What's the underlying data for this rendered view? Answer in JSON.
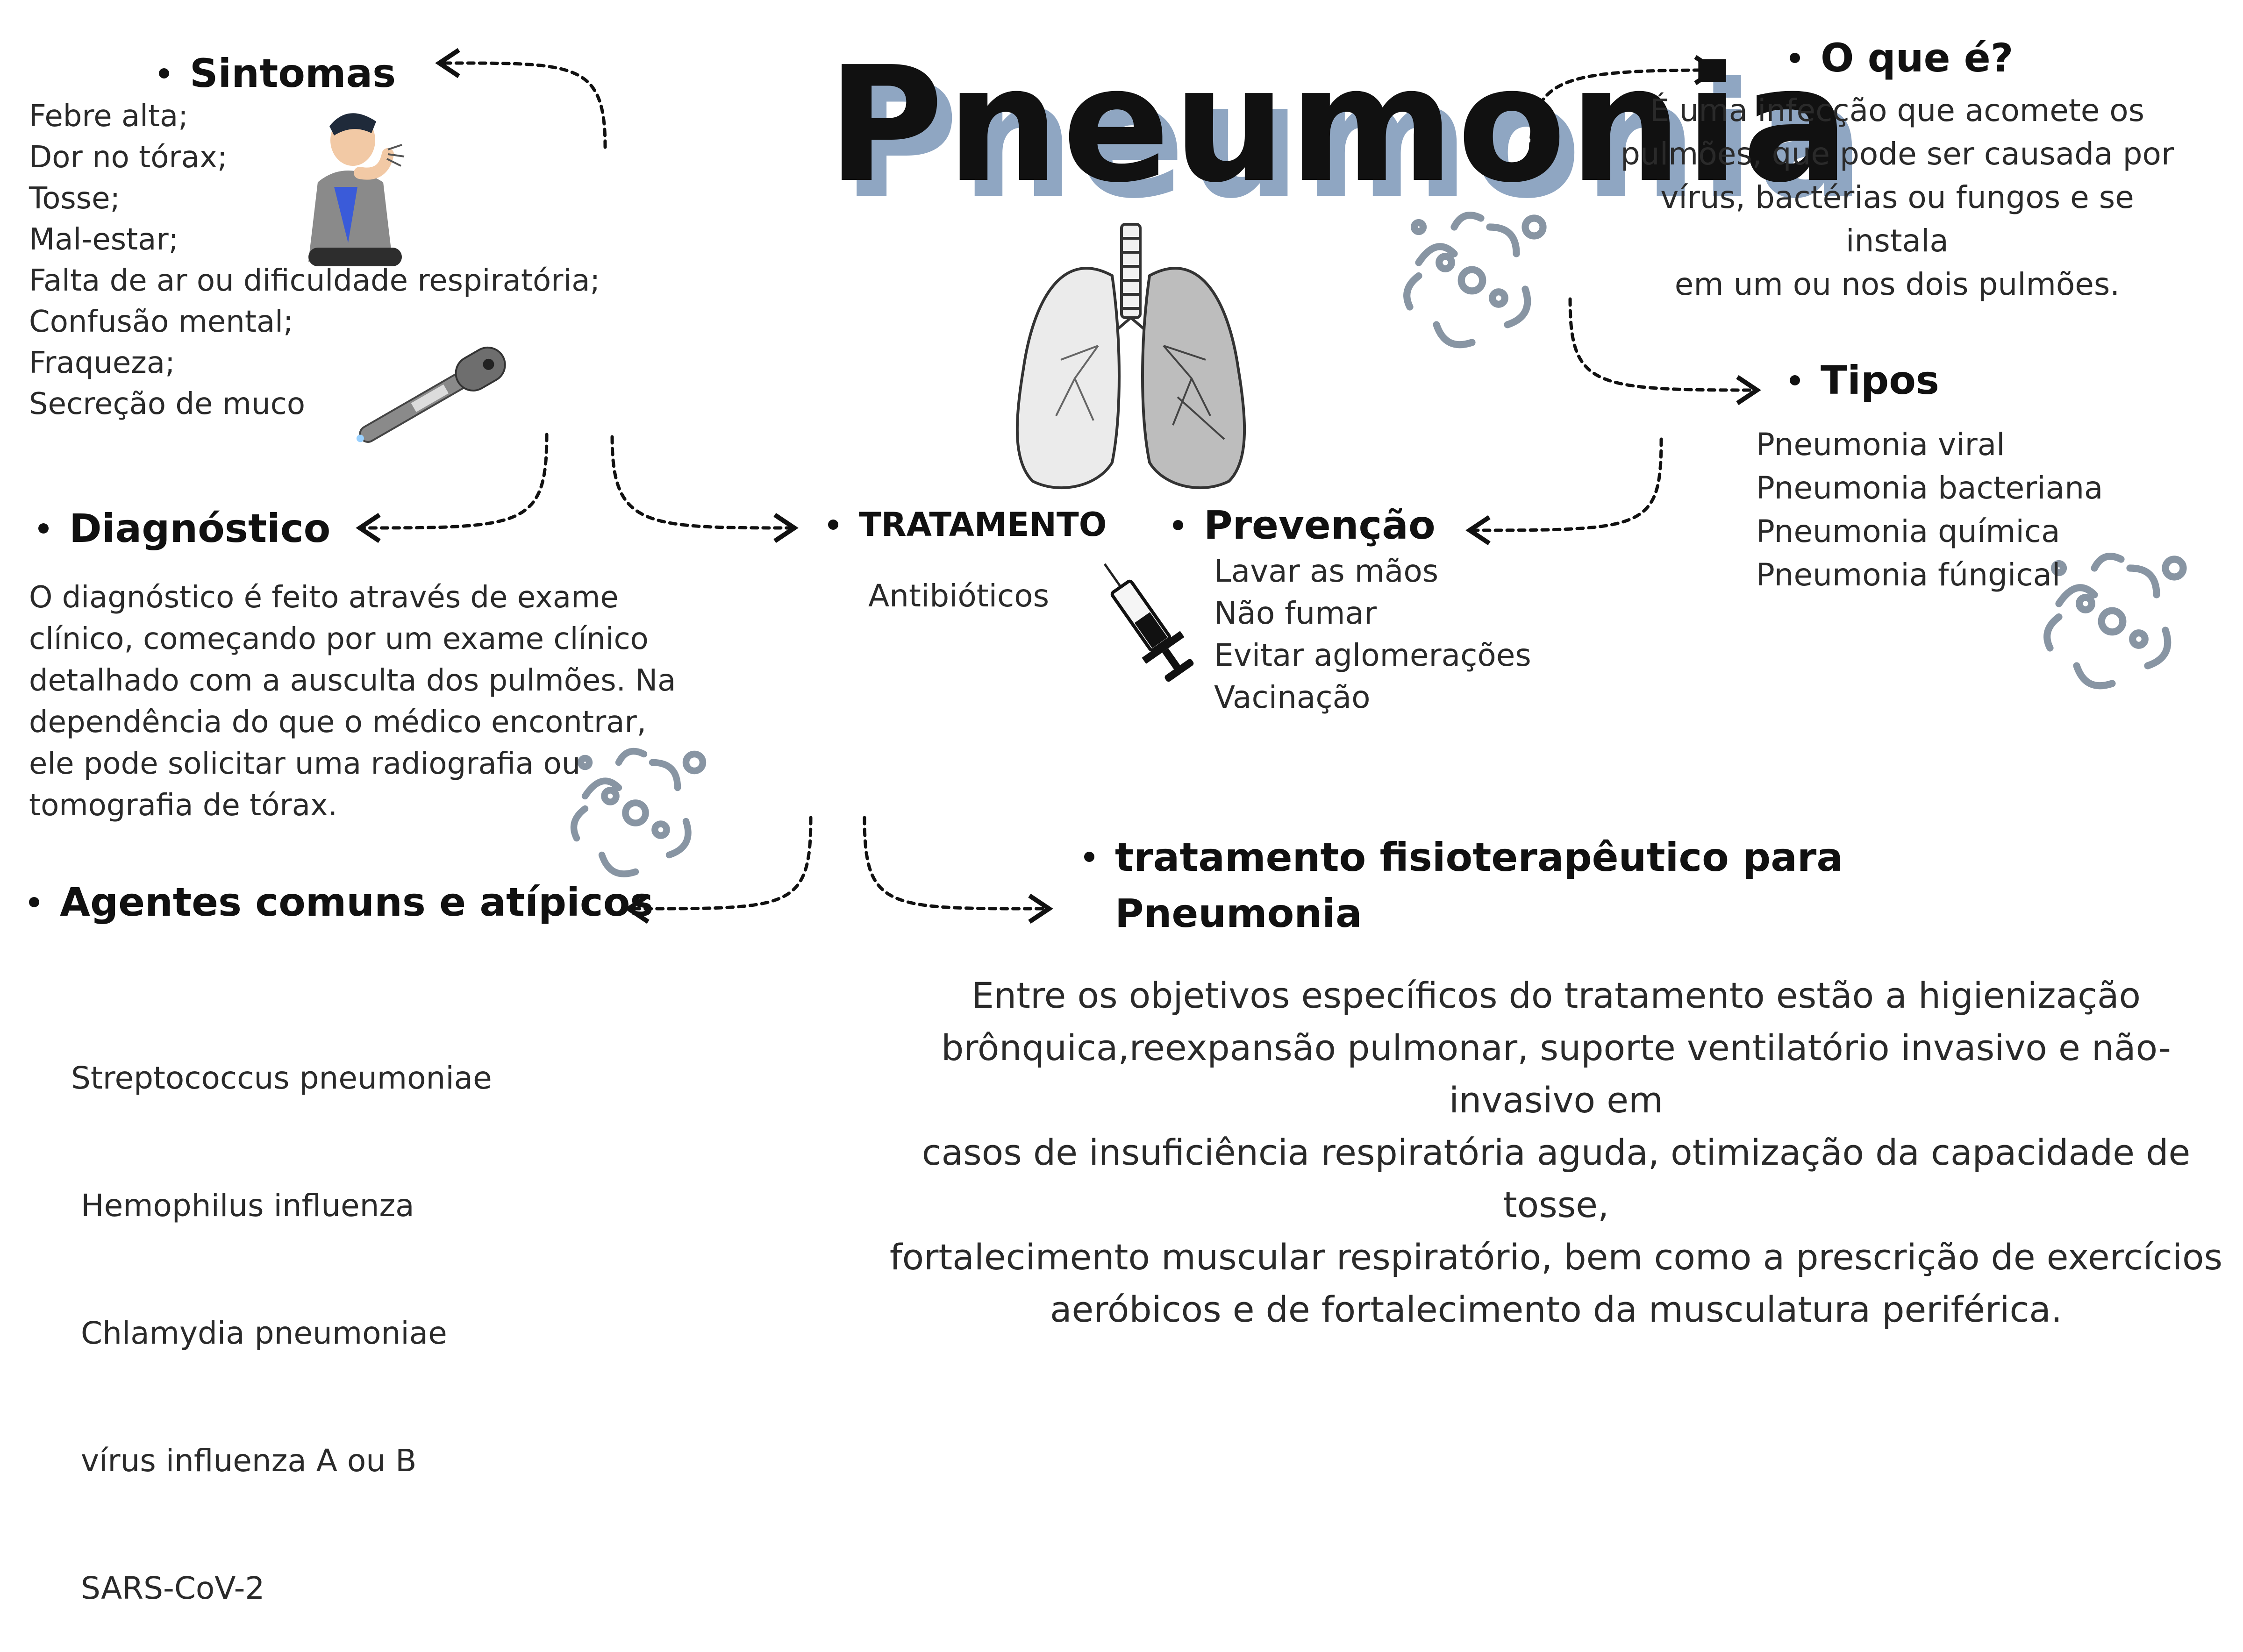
{
  "title": "Pneumonia",
  "colors": {
    "text": "#222222",
    "title_shadow": "#8fa6c2",
    "virus": "#8895a3",
    "arrow": "#111111"
  },
  "icons": [
    "coughing-person-icon",
    "thermometer-icon",
    "lungs-icon",
    "syringe-icon",
    "virus-icon"
  ],
  "sintomas": {
    "heading": "Sintomas",
    "items": [
      "Febre alta;",
      "Dor no tórax;",
      "Tosse;",
      "Mal-estar;",
      "Falta de ar ou dificuldade respiratória;",
      "Confusão mental;",
      "Fraqueza;",
      "Secreção de muco"
    ]
  },
  "oque": {
    "heading": "O que é?",
    "lines": [
      "É uma infecção que acomete os",
      "pulmões, que pode ser causada por",
      "vírus, bactérias ou fungos e se instala",
      "em um ou nos dois pulmões."
    ]
  },
  "tipos": {
    "heading": "Tipos",
    "items": [
      "Pneumonia viral",
      "Pneumonia bacteriana",
      "Pneumonia química",
      "Pneumonia fúngical"
    ]
  },
  "diagnostico": {
    "heading": "Diagnóstico",
    "lines": [
      "O diagnóstico é feito através de exame",
      "clínico, começando por um exame clínico",
      "detalhado com a ausculta dos pulmões. Na",
      "dependência do que o médico encontrar,",
      "ele pode solicitar uma radiografia ou",
      "tomografia de tórax."
    ]
  },
  "tratamento": {
    "heading": "TRATAMENTO",
    "item": "Antibióticos"
  },
  "prevencao": {
    "heading": "Prevenção",
    "items": [
      "Lavar as mãos",
      "Não fumar",
      "Evitar aglomerações",
      "Vacinação"
    ]
  },
  "agentes": {
    "heading": "Agentes comuns e atípicos",
    "items": [
      "Streptococcus pneumoniae",
      " Hemophilus influenza",
      " Chlamydia pneumoniae",
      " vírus influenza A ou B",
      " SARS-CoV-2"
    ]
  },
  "fisio": {
    "heading_line1": "tratamento fisioterapêutico para",
    "heading_line2": "Pneumonia",
    "lines": [
      "Entre os objetivos específicos do tratamento estão a higienização",
      "brônquica,reexpansão pulmonar, suporte ventilatório invasivo e não-invasivo em",
      "casos de insuficiência respiratória aguda, otimização da capacidade de tosse,",
      "fortalecimento muscular respiratório, bem como a prescrição de exercícios",
      "aeróbicos e de fortalecimento da musculatura periférica."
    ]
  }
}
